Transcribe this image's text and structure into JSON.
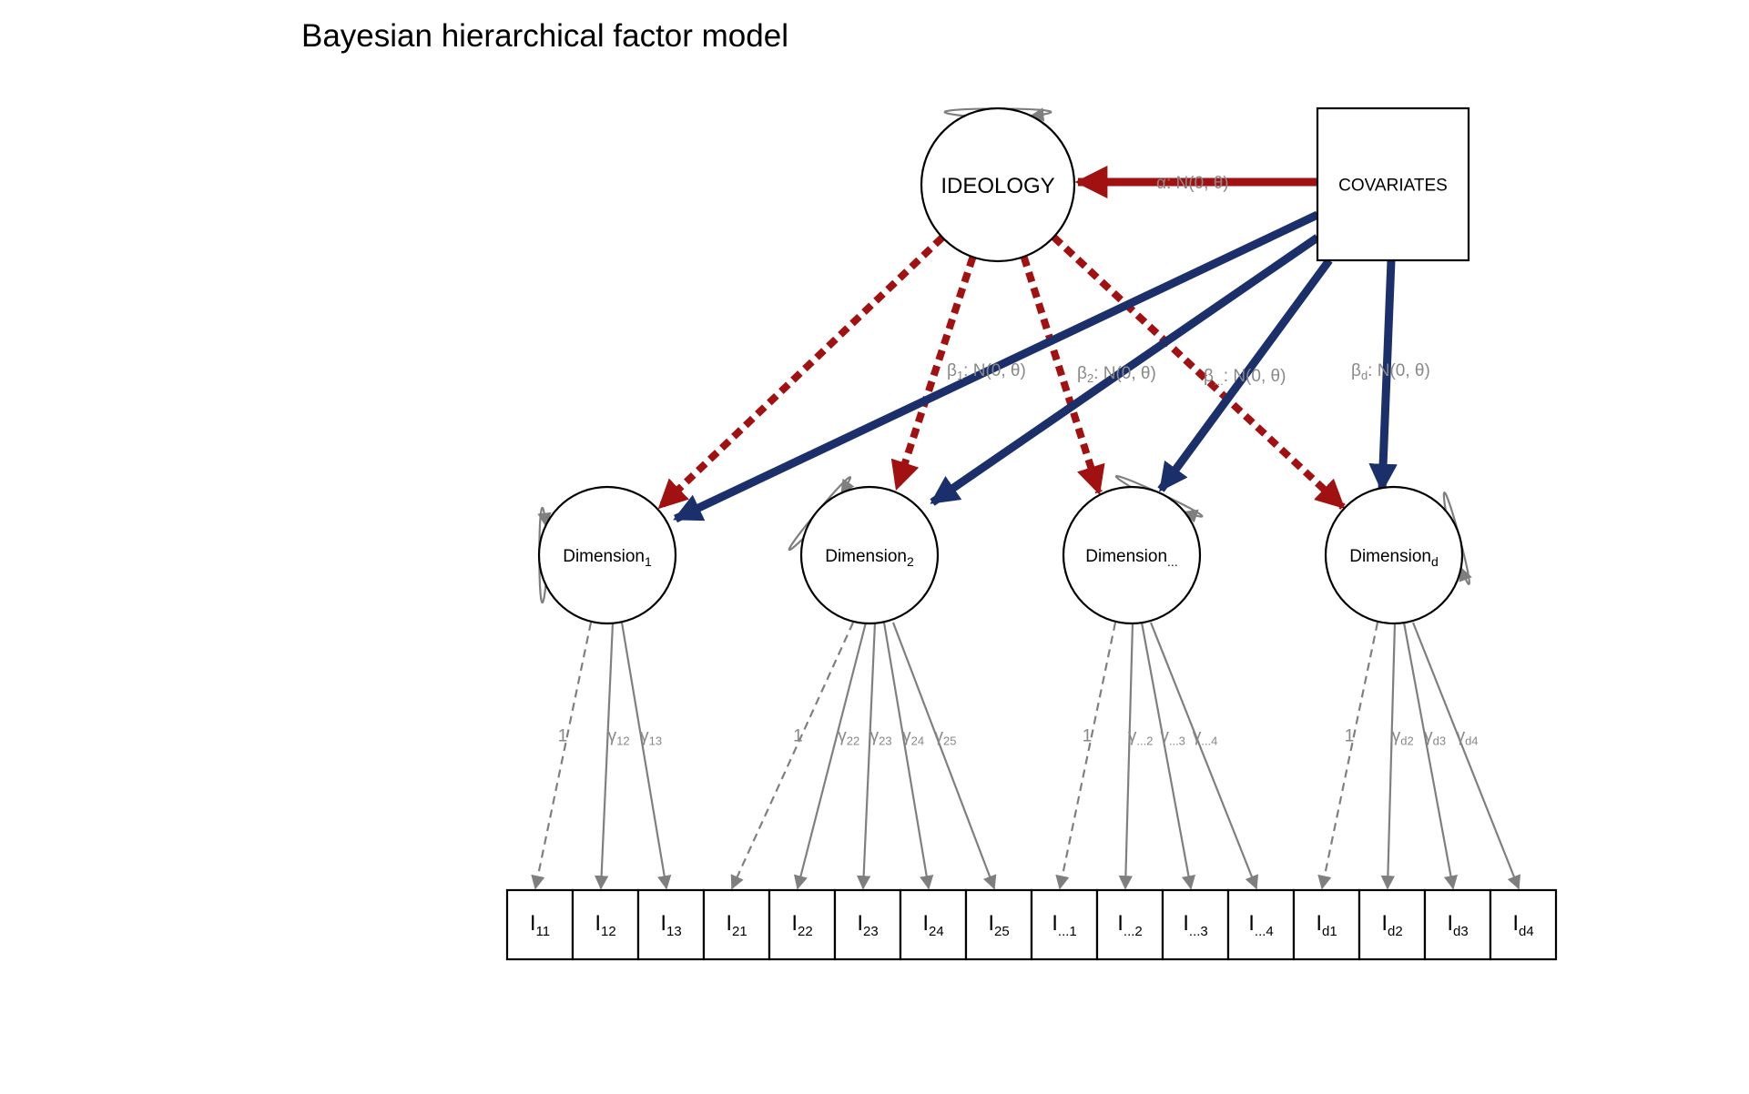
{
  "title": "Bayesian hierarchical factor model",
  "colors": {
    "latent_path": "#A11111",
    "covariate_path": "#1B2F6B",
    "loading": "#7F7F7F",
    "node_stroke": "#000000"
  },
  "nodes": {
    "ideology": "IDEOLOGY",
    "covariates": "COVARIATES",
    "dimensions": [
      {
        "base": "Dimension",
        "sub": "1"
      },
      {
        "base": "Dimension",
        "sub": "2"
      },
      {
        "base": "Dimension",
        "sub": "..."
      },
      {
        "base": "Dimension",
        "sub": "d"
      }
    ]
  },
  "paths": {
    "alpha": {
      "sym": "α",
      "text": ": N(0, θ)"
    },
    "betas": [
      {
        "sym": "β",
        "sub": "1",
        "text": ": N(0, θ)"
      },
      {
        "sym": "β",
        "sub": "2",
        "text": ": N(0, θ)"
      },
      {
        "sym": "β",
        "sub": "...",
        "text": ": N(0, θ)"
      },
      {
        "sym": "β",
        "sub": "d",
        "text": ": N(0, θ)"
      }
    ]
  },
  "loadings": [
    {
      "fixed": "1",
      "gammas": [
        "12",
        "13"
      ]
    },
    {
      "fixed": "1",
      "gammas": [
        "22",
        "23",
        "24",
        "25"
      ]
    },
    {
      "fixed": "1",
      "gammas": [
        "...2",
        "...3",
        "...4"
      ]
    },
    {
      "fixed": "1",
      "gammas": [
        "d2",
        "d3",
        "d4"
      ]
    }
  ],
  "gamma_symbol": "γ",
  "item_symbol": "I",
  "items": [
    "11",
    "12",
    "13",
    "21",
    "22",
    "23",
    "24",
    "25",
    "...1",
    "...2",
    "...3",
    "...4",
    "d1",
    "d2",
    "d3",
    "d4"
  ]
}
